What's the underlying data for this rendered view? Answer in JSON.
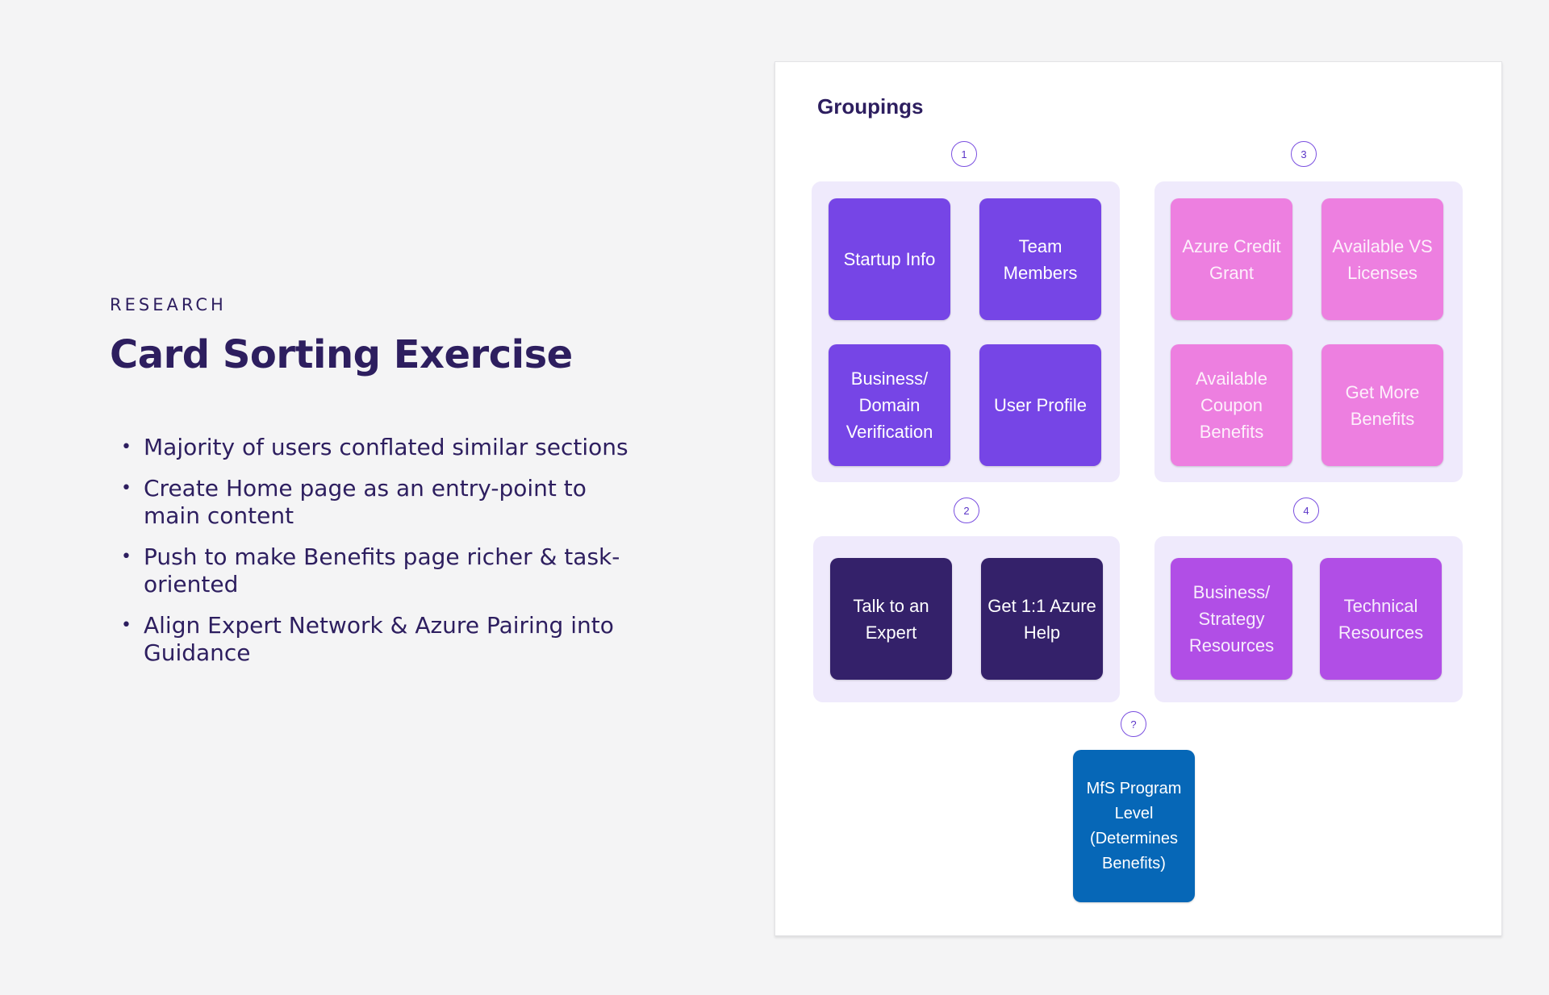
{
  "eyebrow": "RESEARCH",
  "title": "Card Sorting Exercise",
  "bullets": [
    "Majority of users conflated similar sections",
    "Create Home page as an entry-point to main content",
    "Push to make Benefits page richer & task-oriented",
    "Align Expert Network & Azure Pairing into Guidance"
  ],
  "panel": {
    "title": "Groupings",
    "groups": [
      {
        "number": "1",
        "cards": [
          "Startup Info",
          "Team Members",
          "Business/ Domain Verification",
          "User Profile"
        ]
      },
      {
        "number": "3",
        "cards": [
          "Azure Credit Grant",
          "Available VS Licenses",
          "Available Coupon Benefits",
          "Get More Benefits"
        ]
      },
      {
        "number": "2",
        "cards": [
          "Talk to an Expert",
          "Get 1:1 Azure Help"
        ]
      },
      {
        "number": "4",
        "cards": [
          "Business/ Strategy Resources",
          "Technical Resources"
        ]
      }
    ],
    "unsorted": {
      "number": "?",
      "card": "MfS Program Level (Determines Benefits)"
    }
  },
  "colors": {
    "background": "#f4f4f5",
    "heading": "#2d1e5f",
    "group_bg": "#efeafc",
    "group1_card": "#7645e6",
    "group3_card": "#ed7fe0",
    "group2_card": "#34216a",
    "group4_card": "#b14ee6",
    "unsorted_card": "#0667b7"
  }
}
